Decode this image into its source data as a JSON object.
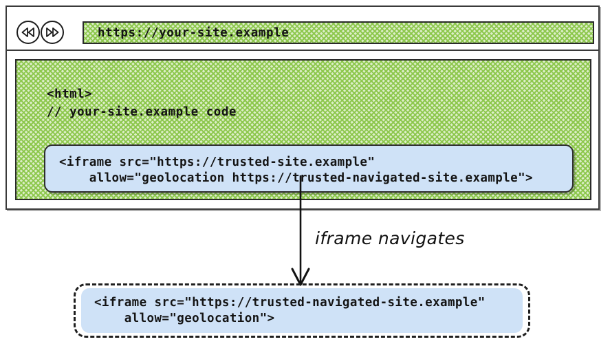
{
  "browser": {
    "toolbar": {
      "back_button_label": "back",
      "forward_button_label": "forward",
      "back_icon": "rewind-double-triangle-icon",
      "forward_icon": "fast-forward-double-triangle-icon"
    },
    "url_bar": {
      "value": "https://your-site.example",
      "placeholder": "https://your-site.example"
    }
  },
  "page": {
    "code_line_1": "<html>",
    "code_line_2": "// your-site.example code",
    "embedded_iframe": {
      "code_line_1": "<iframe src=\"https://trusted-site.example\"",
      "code_line_2": "    allow=\"geolocation https://trusted-navigated-site.example\">"
    }
  },
  "annotation": {
    "label": "iframe navigates",
    "arrow_icon": "down-arrow-icon"
  },
  "result": {
    "code_line_1": "<iframe src=\"https://trusted-navigated-site.example\"",
    "code_line_2": "    allow=\"geolocation\">"
  },
  "colors": {
    "page_green": "#8ac648",
    "iframe_blue": "#cfe2f7",
    "stroke": "#2b2b2b",
    "background": "#ffffff"
  }
}
